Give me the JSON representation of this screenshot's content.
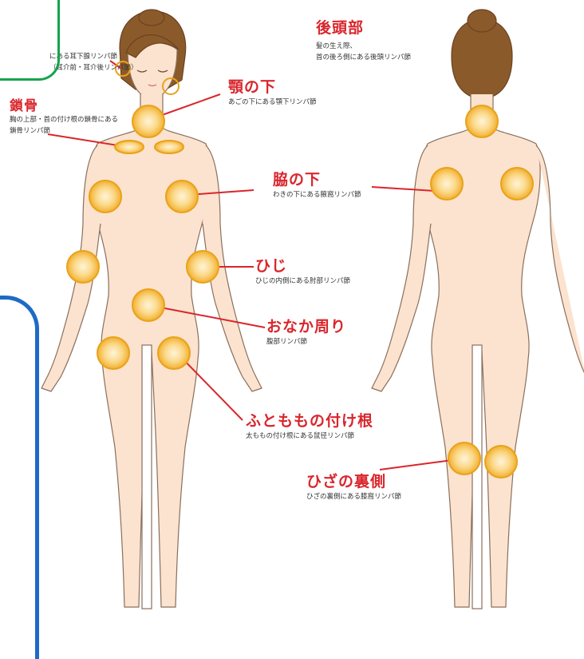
{
  "labels": {
    "ear": {
      "line1": "にある耳下腺リンパ節",
      "line2": "（耳介前・耳介後リンパ節）"
    },
    "clavicle": {
      "title": "鎖骨",
      "line1": "胸の上部・首の付け根の鎖骨にある",
      "line2": "鎖骨リンパ節"
    },
    "jaw": {
      "title": "顎の下",
      "line1": "あごの下にある顎下リンパ節"
    },
    "occipital": {
      "title": "後頭部",
      "line1": "髪の生え際、",
      "line2": "首の後ろ側にある後頭リンパ節"
    },
    "armpit": {
      "title": "脇の下",
      "line1": "わきの下にある腋窩リンパ節"
    },
    "elbow": {
      "title": "ひじ",
      "line1": "ひじの内側にある肘部リンパ節"
    },
    "abdomen": {
      "title": "おなか周り",
      "line1": "腹部リンパ節"
    },
    "groin": {
      "title": "ふとももの付け根",
      "line1": "太ももの付け根にある鼠径リンパ節"
    },
    "knee": {
      "title": "ひざの裏側",
      "line1": "ひざの裏側にある膝窩リンパ節"
    }
  },
  "colors": {
    "skin": "#fbe3cf",
    "outline": "#8a6f5c",
    "hair": "#8b5a2b",
    "node_fill": "#f6c14b",
    "node_center": "#fff4d9",
    "leader_line": "#d9262c",
    "title_red": "#d9262c",
    "highlight_green": "#16a34a",
    "highlight_blue": "#1e6ac6"
  }
}
